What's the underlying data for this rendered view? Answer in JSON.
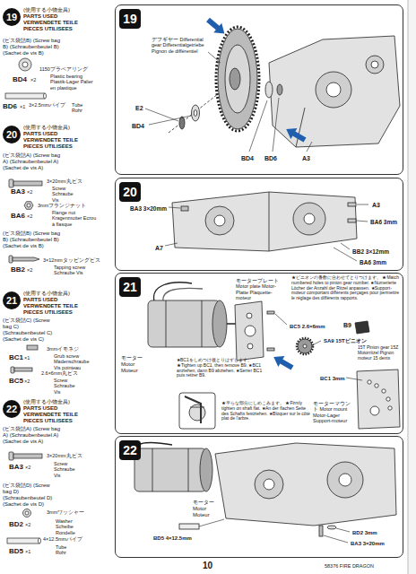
{
  "diagram": {
    "nodes": [
      {
        "text": [
          "19"
        ]
      },
      {
        "text": [
          "デフギヤー Differential gear Differentialgetriebe Pignon de différentiel",
          "E2",
          "BD4",
          "BD4",
          "BD6",
          "A3"
        ]
      },
      {
        "text": [
          "19"
        ],
        "in": 1
      },
      {
        "text": [
          "20"
        ]
      },
      {
        "text": [
          "BA3 3×20mm",
          "A3",
          "BA6 3mm",
          "A7",
          "BB2 3×12mm",
          "BA6 3mm"
        ]
      },
      {
        "text": [
          "20"
        ],
        "in": 4
      },
      {
        "text": [
          "21"
        ]
      },
      {
        "text": [
          "モーター Motor Moteur",
          "モータープレート Motor plate Motor-Platte Plaquette-moteur",
          "★ピニオンの番数に合わせてとりつけます。 ★Match numbered holes to pinion gear number. ★Numerierte Löcher der Anzahl der Ritzel anpassen. ★Support-moteur comportant différents perçages pour permettre le réglage des différents rapports.",
          "BC5 2.6×6mm",
          "B9",
          "SA9 15Tピニオン",
          "15T Pinion gear 15Z Motorritzel Pignon moteur 15 dents",
          "BC1 3mm",
          "モーターマウント Motor mount Motor-Lager Support-moteur",
          "★BC1をしめつけ後とりはずします。 ★Tighten up BC1, then remove B9. ★BC1 anziehen, dann B9 abziehen. ★Serrer BC1 puis retirer B9.",
          "★平らな部分にしめこみます。 ★Firmly tighten on shaft flat. ★An der flachen Seite des Schafts festziehen. ★Bloquer sur le côté plat de l'arbre."
        ]
      },
      {
        "text": [
          "21"
        ],
        "in": 7
      },
      {
        "text": [
          "22"
        ]
      },
      {
        "text": [
          "モーター Motor Moteur",
          "BD5 4×12.5mm",
          "BD2 3mm",
          "BA3 3×20mm"
        ]
      },
      {
        "text": [
          "22"
        ],
        "in": 10
      }
    ],
    "labels": [
      "(使用する小物金具)",
      "PARTS USED VERWENDETE TEILE PIECES UTILISEES",
      "(ビス袋詰B) (Screw bag B) (Schraubenbeutel B) (Sachet de vis B)",
      "BD4",
      "×2",
      "1150プラベアリング",
      "Plastic bearing Plastik-Lager Palier en plastique",
      "BD6",
      "×1",
      "3×2.5mmパイプ",
      "Tube Rohr",
      "(使用する小物金具)",
      "PARTS USED VERWENDETE TEILE PIECES UTILISEES",
      "(ビス袋詰A) (Screw bag A) (Schraubenbeutel A) (Sachet de vis A)",
      "BA3",
      "×2",
      "3×20mm丸ビス",
      "Screw Schraube Vis",
      "BA6",
      "×2",
      "3mmフランジナット",
      "Flange nut Kragenmutter Ecrou à flasque",
      "(ビス袋詰B) (Screw bag B) (Schraubenbeutel B) (Sachet de vis B)",
      "3×12mmタッピングビス",
      "BB2",
      "×2",
      "Tapping screw Schraube Vis",
      "(使用する小物金具)",
      "PARTS USED VERWENDETE TEILE PIECES UTILISEES",
      "(ビス袋詰C) (Screw bag C) (Schraubenbeutel C) (Sachet de vis C)",
      "BC1",
      "×1",
      "3mmイモネジ",
      "Grub screw Madenschraube Vis pointeau",
      "BC5",
      "×2",
      "2.6×6mm丸ビス",
      "Screw Schraube Vis",
      "(使用する小物金具)",
      "PARTS USED VERWENDETE TEILE PIECES UTILISEES",
      "(ビス袋詰A) (Screw bag A) (Schraubenbeutel A) (Sachet de vis A)",
      "BA3",
      "×2",
      "3×20mm丸ビス",
      "Screw Schraube Vis",
      "(ビス袋詰D) (Screw bag D) (Schraubenbeutel D) (Sachet de vis D)",
      "3mmワッシャー",
      "BD2",
      "×2",
      "Washer Scheibe Rondelle",
      "4×12.5mmパイプ",
      "BD5",
      "×1",
      "Tube Rohr",
      "10",
      "58376 FIRE DRAGON"
    ]
  }
}
